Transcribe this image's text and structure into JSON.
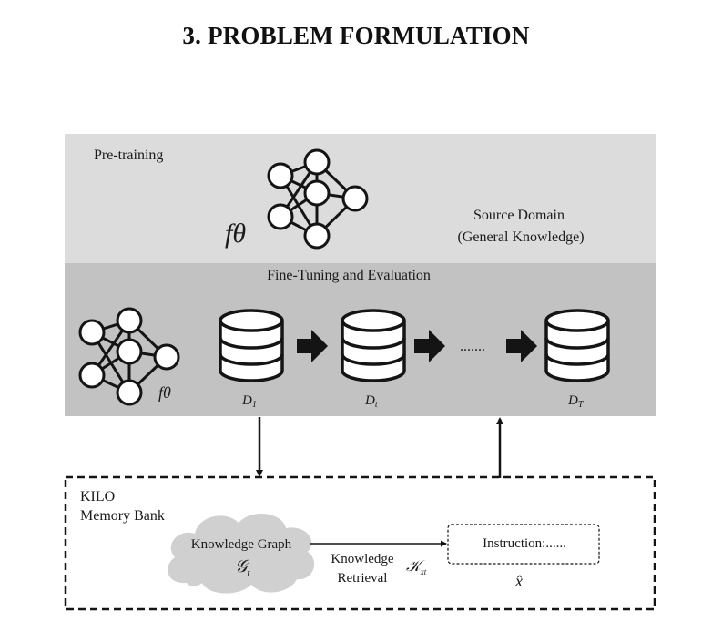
{
  "section_heading": "3.  PROBLEM FORMULATION",
  "pretraining": {
    "label": "Pre-training",
    "model_symbol": "fθ",
    "source_line1": "Source Domain",
    "source_line2": "(General Knowledge)"
  },
  "finetuning": {
    "label": "Fine-Tuning and Evaluation",
    "model_symbol": "fθ",
    "datasets": [
      {
        "base": "D",
        "sub": "1"
      },
      {
        "base": "D",
        "sub": "t"
      },
      {
        "base": "D",
        "sub": "T"
      }
    ],
    "ellipsis": "......."
  },
  "kilo": {
    "title": "KILO",
    "subtitle": "Memory Bank",
    "graph_label": "Knowledge Graph",
    "graph_symbol": "𝒢",
    "graph_sub": "t",
    "retrieval_line1": "Knowledge",
    "retrieval_line2": "Retrieval",
    "retrieved_symbol": "𝒦",
    "retrieved_sub": "xt",
    "instruction_label": "Instruction:......",
    "instruction_symbol": "x̂"
  },
  "colors": {
    "pretrain_band": "#dcdcdc",
    "finetune_band": "#c2c2c2",
    "cloud": "#d0d0d0",
    "ink": "#141414"
  }
}
